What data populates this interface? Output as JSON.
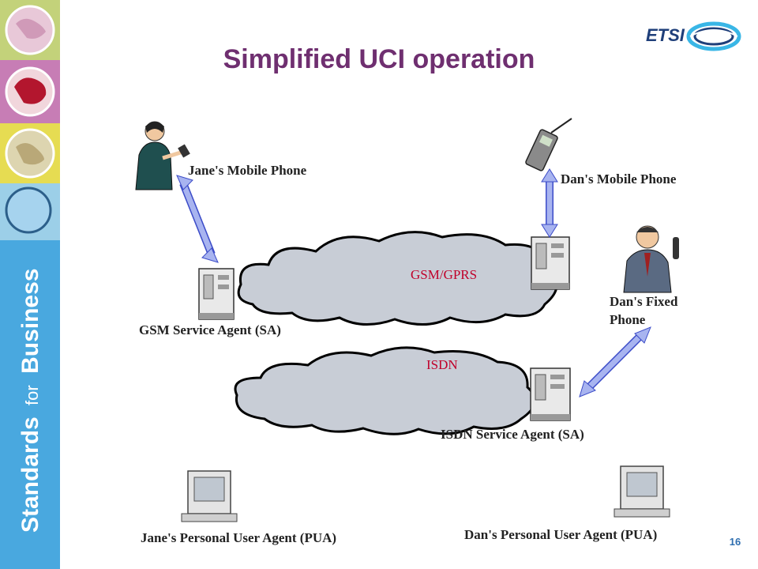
{
  "slide": {
    "title": "Simplified UCI operation",
    "page_number": "16",
    "sidebar_brand": {
      "prefix": "Standards",
      "mid": "for",
      "suffix": "Business"
    },
    "logo_text": "ETSI"
  },
  "nodes": {
    "jane_mobile": "Jane's Mobile Phone",
    "dan_mobile": "Dan's Mobile Phone",
    "gsm_cloud": "GSM/GPRS",
    "gsm_sa": "GSM Service Agent (SA)",
    "dan_fixed_line1": "Dan's Fixed",
    "dan_fixed_line2": "Phone",
    "isdn_cloud": "ISDN",
    "isdn_sa": "ISDN Service Agent (SA)",
    "jane_pua": "Jane's Personal User Agent (PUA)",
    "dan_pua": "Dan's Personal User Agent (PUA)"
  },
  "colors": {
    "title": "#6f2f70",
    "sidebar_blue": "#4aa8df",
    "arrow": "#a8b4f0",
    "cloud": "#c8cdd6",
    "cloud_label": "#c0002a",
    "page_number": "#2f6fb0"
  }
}
